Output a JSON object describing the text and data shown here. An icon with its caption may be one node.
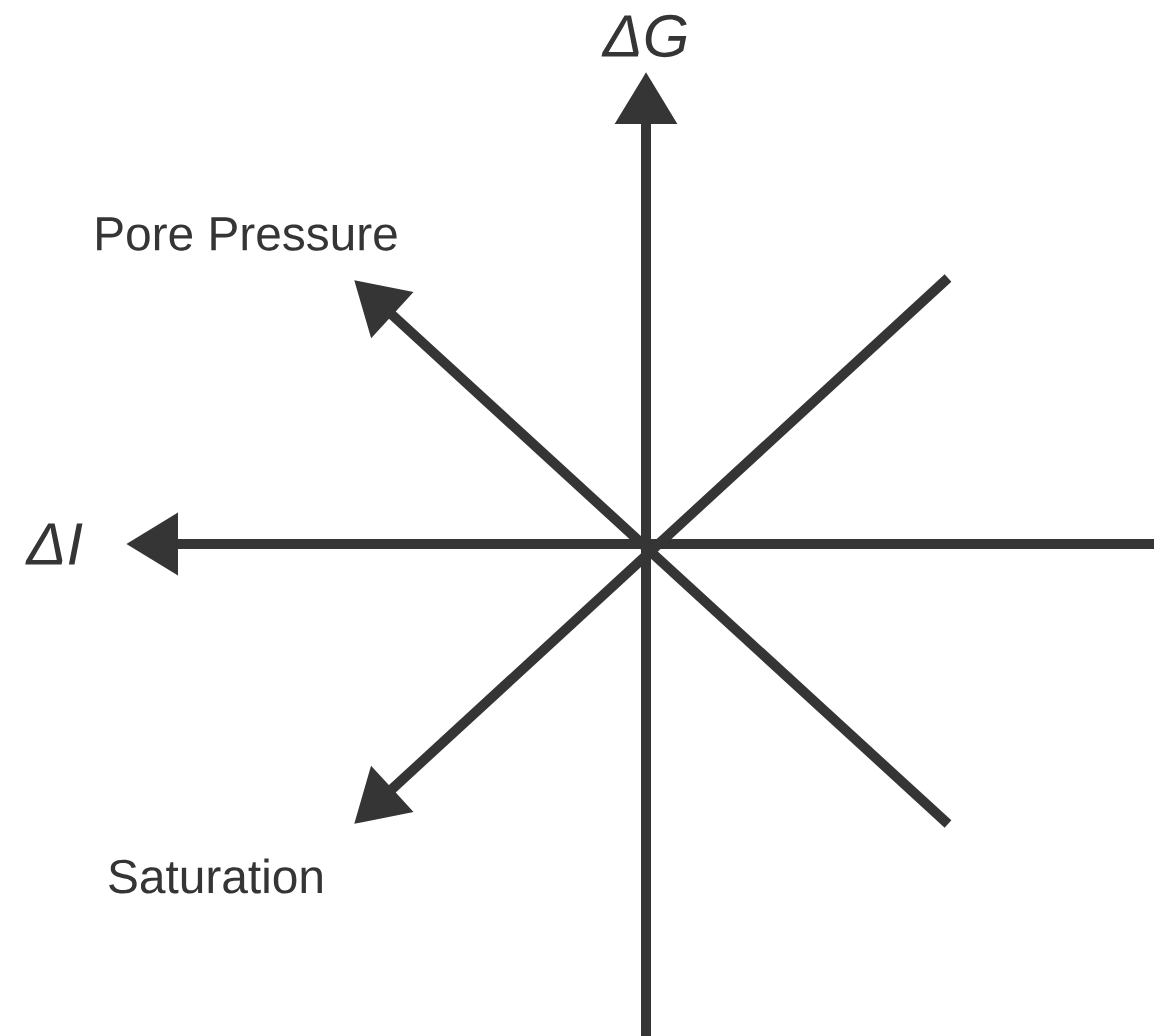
{
  "diagram": {
    "labels": [
      "ΔG",
      "Pore Pressure",
      "ΔI",
      "Saturation"
    ]
  }
}
